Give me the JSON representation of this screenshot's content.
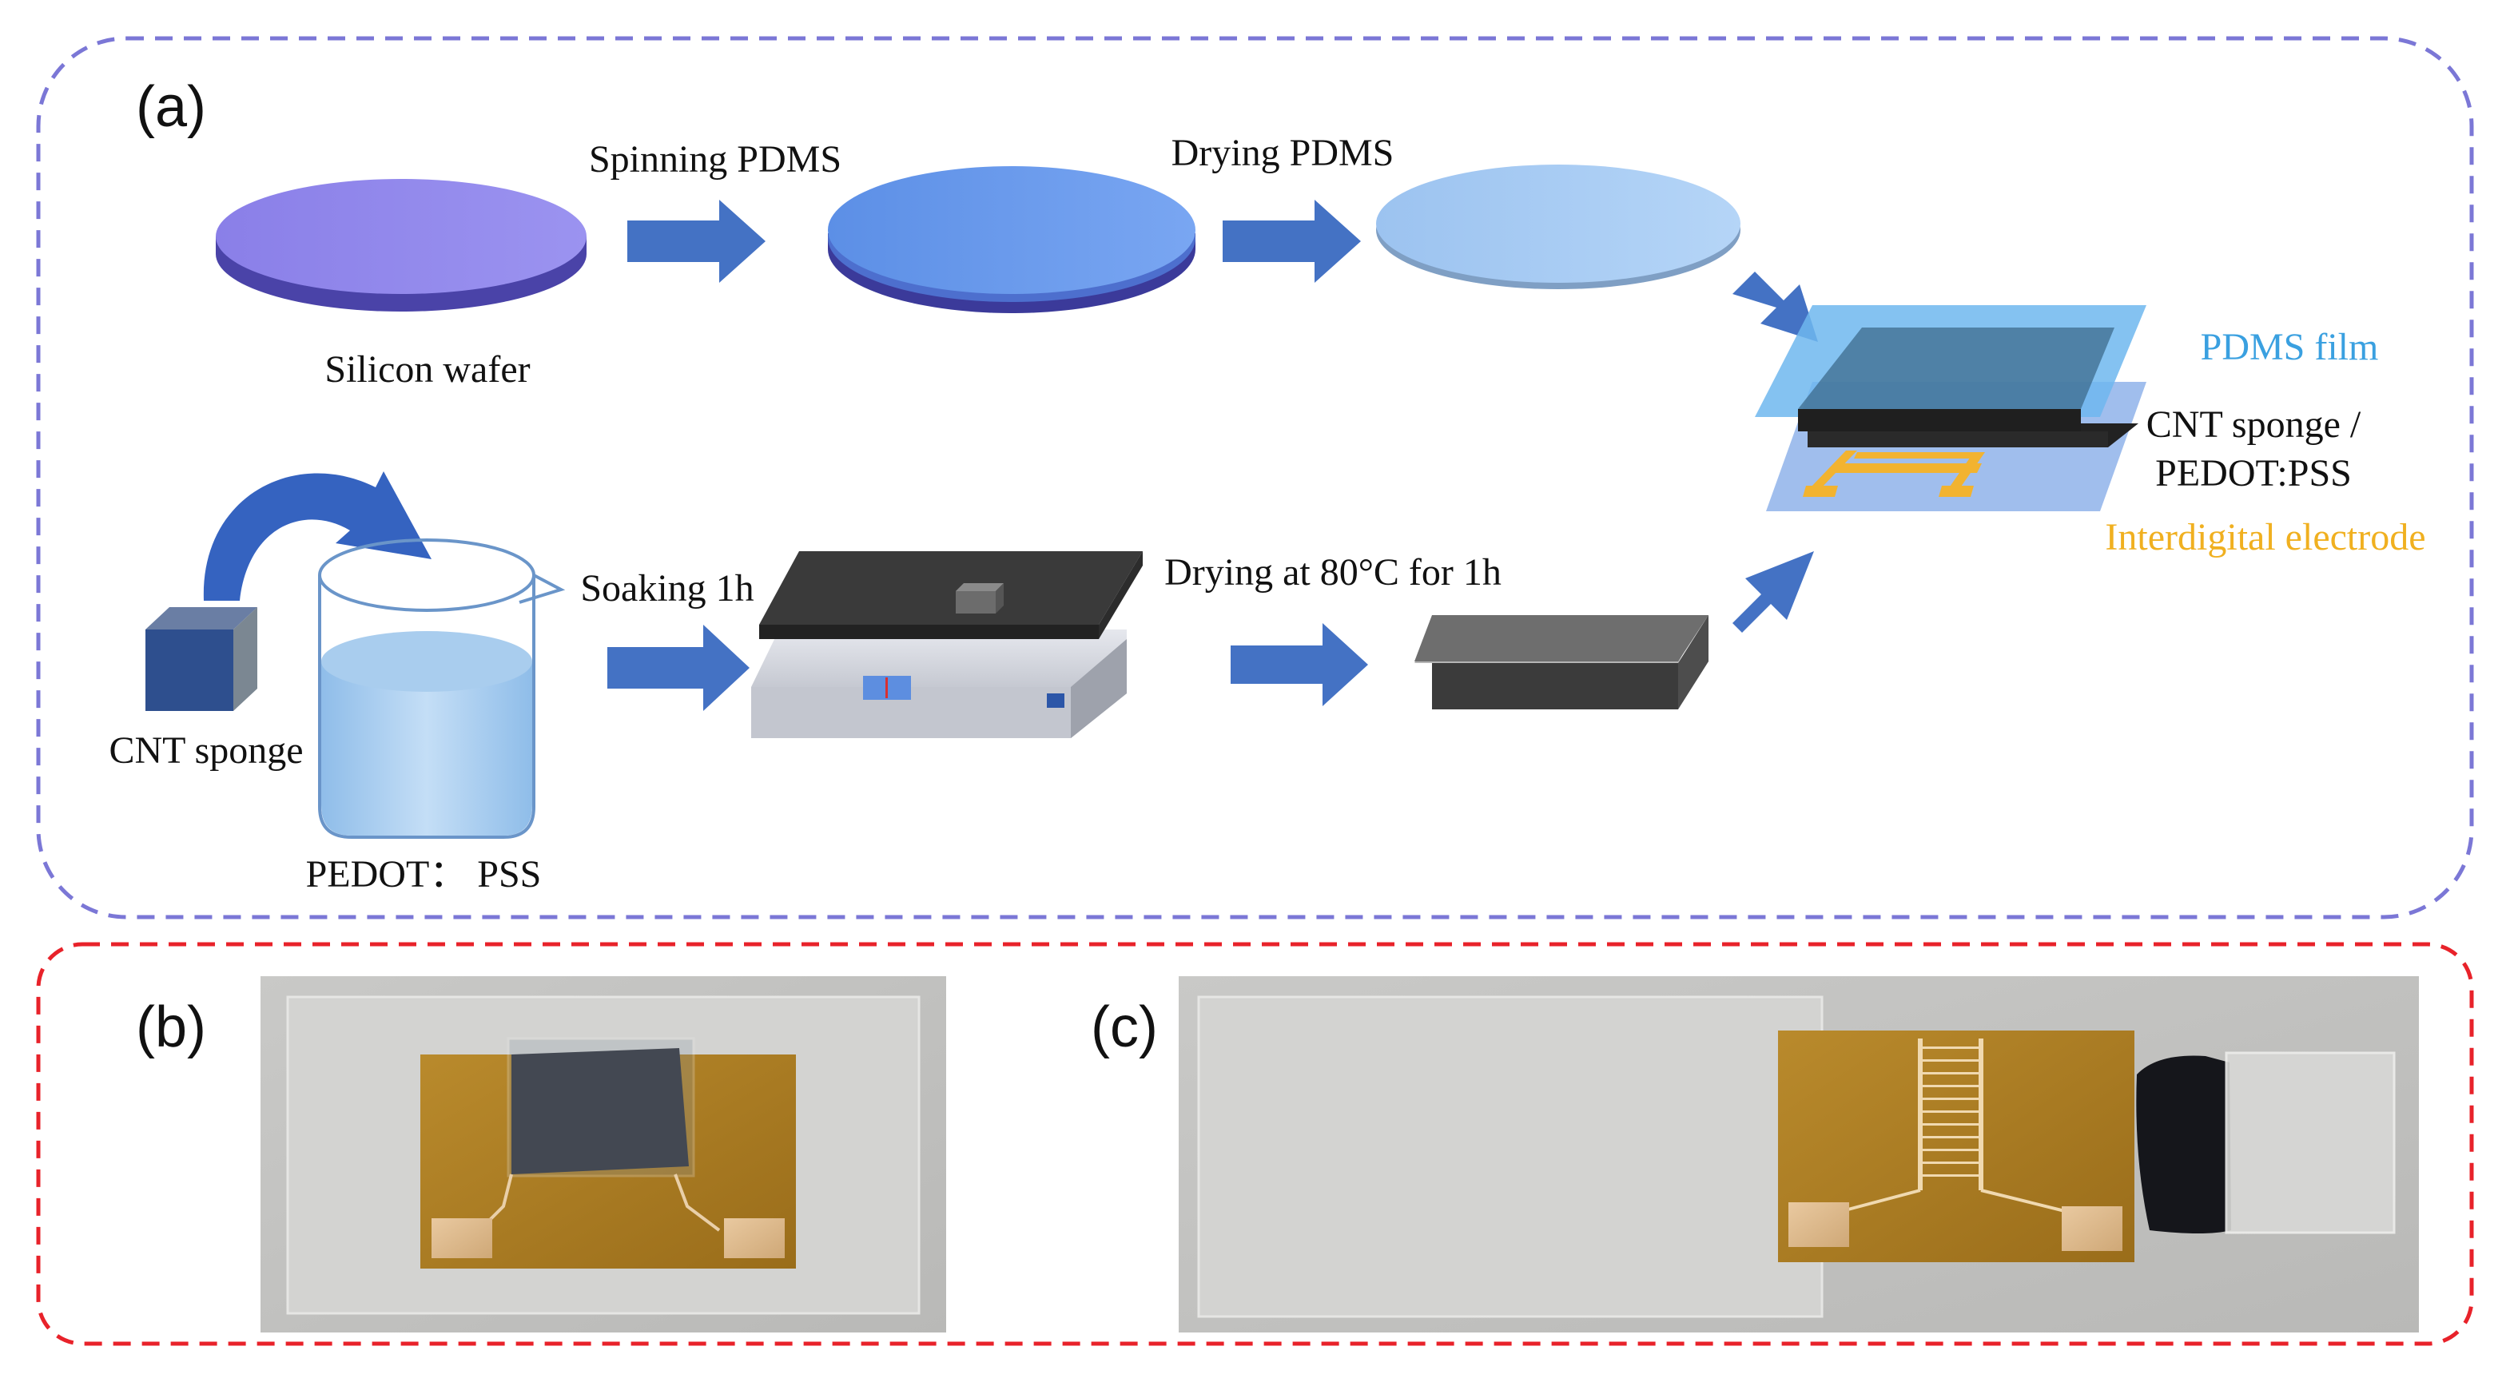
{
  "panel_a": {
    "letter": "(a)",
    "silicon_wafer": "Silicon wafer",
    "spinning_pdms": "Spinning PDMS",
    "drying_pdms": "Drying PDMS",
    "cnt_sponge": "CNT sponge",
    "pedot_pss": "PEDOT： PSS",
    "soaking": "Soaking 1h",
    "drying_80": "Drying at 80°C for 1h",
    "legend_pdms_film": "PDMS film",
    "legend_cnt_line1": "CNT sponge /",
    "legend_cnt_line2": "PEDOT:PSS",
    "legend_electrode": "Interdigital electrode"
  },
  "panel_b": {
    "letter": "(b)"
  },
  "panel_c": {
    "letter": "(c)"
  },
  "colors": {
    "panel_a_border": "#7b77d6",
    "panel_bc_border": "#e8222a",
    "arrow": "#4472c4",
    "pdms_film_text": "#3aa0e0",
    "electrode_text": "#f0b020"
  }
}
